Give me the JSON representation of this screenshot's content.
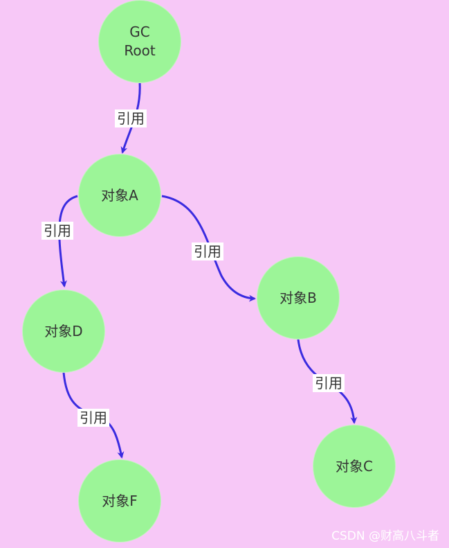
{
  "nodes": {
    "gc_root": "GC\nRoot",
    "a": "对象A",
    "b": "对象B",
    "c": "对象C",
    "d": "对象D",
    "f": "对象F"
  },
  "edge_label": "引用",
  "edges": [
    {
      "from": "gc_root",
      "to": "a",
      "label": "引用"
    },
    {
      "from": "a",
      "to": "d",
      "label": "引用"
    },
    {
      "from": "a",
      "to": "b",
      "label": "引用"
    },
    {
      "from": "b",
      "to": "c",
      "label": "引用"
    },
    {
      "from": "d",
      "to": "f",
      "label": "引用"
    }
  ],
  "colors": {
    "background": "#f7c8f7",
    "node_fill": "#9cf598",
    "edge": "#3a2be0",
    "label_bg": "#ffffff"
  },
  "watermark": "CSDN @财高八斗者"
}
